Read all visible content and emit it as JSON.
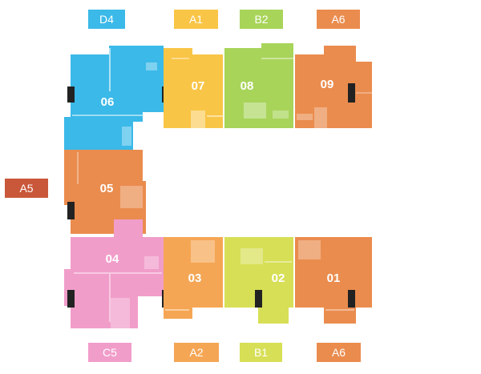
{
  "colors": {
    "blue": "#3bb9e8",
    "yellow": "#f9c546",
    "green": "#a8d45a",
    "orange": "#ea8c4e",
    "orange_light": "#f5a654",
    "lime": "#d7df56",
    "pink": "#f19dca",
    "red": "#c9573a",
    "door": "#222222",
    "detail_light": "#ffffff"
  },
  "type_tags": {
    "top": [
      "D4",
      "A1",
      "B2",
      "A6"
    ],
    "left": "A5",
    "bottom": [
      "C5",
      "A2",
      "B1",
      "A6"
    ]
  },
  "units": [
    {
      "number": "06",
      "type": "D4",
      "color": "blue"
    },
    {
      "number": "07",
      "type": "A1",
      "color": "yellow"
    },
    {
      "number": "08",
      "type": "B2",
      "color": "green"
    },
    {
      "number": "09",
      "type": "A6",
      "color": "orange"
    },
    {
      "number": "05",
      "type": "A5",
      "color": "orange"
    },
    {
      "number": "04",
      "type": "C5",
      "color": "pink"
    },
    {
      "number": "03",
      "type": "A2",
      "color": "orange_light"
    },
    {
      "number": "02",
      "type": "B1",
      "color": "lime"
    },
    {
      "number": "01",
      "type": "A6",
      "color": "orange"
    }
  ]
}
